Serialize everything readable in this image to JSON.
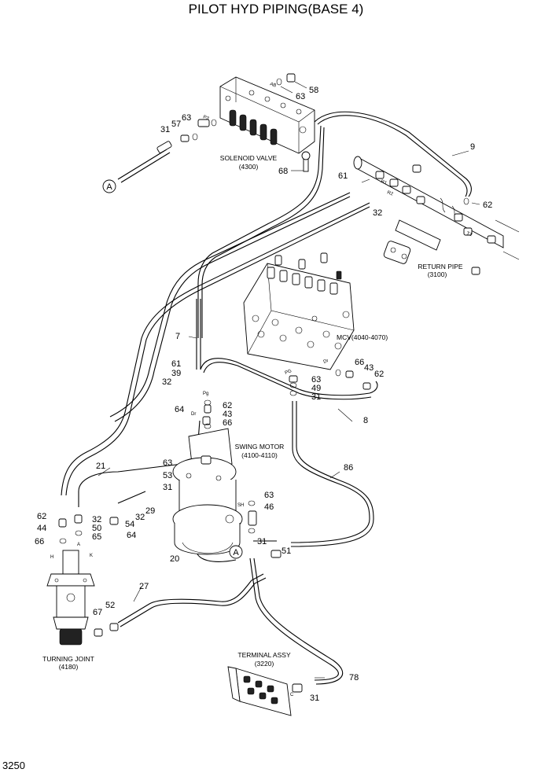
{
  "title": "PILOT HYD PIPING(BASE 4)",
  "page_number": "3250",
  "components": {
    "solenoid_valve": {
      "name": "SOLENOID VALVE",
      "code": "(4300)"
    },
    "return_pipe": {
      "name": "RETURN PIPE",
      "code": "(3100)"
    },
    "mcv": {
      "name": "MCV(4040-4070)"
    },
    "swing_motor": {
      "name": "SWING MOTOR",
      "code": "(4100-4110)"
    },
    "turning_joint": {
      "name": "TURNING JOINT",
      "code": "(4180)"
    },
    "terminal_assy": {
      "name": "TERMINAL ASSY",
      "code": "(3220)"
    }
  },
  "connectors": {
    "a1": "A",
    "a2": "A"
  },
  "ports": {
    "ab": "AB",
    "p3": "P3",
    "r1": "R1",
    "r2": "R2",
    "t1": "T1",
    "pg": "PG",
    "dr": "Dr",
    "pg2": "Pg",
    "dr2": "Dr",
    "sh": "SH",
    "a": "A",
    "k": "K",
    "h": "H",
    "c": "C"
  },
  "callouts": {
    "c58": "58",
    "c63a": "63",
    "c63b": "63",
    "c57": "57",
    "c31a": "31",
    "c68": "68",
    "c9": "9",
    "c61a": "61",
    "c32a": "32",
    "c62a": "62",
    "c7": "7",
    "c61b": "61",
    "c39": "39",
    "c32b": "32",
    "c64a": "64",
    "c63c": "63",
    "c49": "49",
    "c31b": "31",
    "c66a": "66",
    "c43a": "43",
    "c62b": "62",
    "c62c": "62",
    "c43b": "43",
    "c66b": "66",
    "c8": "8",
    "c86": "86",
    "c63d": "63",
    "c53": "53",
    "c31c": "31",
    "c21": "21",
    "c63e": "63",
    "c46": "46",
    "c62d": "62",
    "c44": "44",
    "c66c": "66",
    "c32c": "32",
    "c50": "50",
    "c65": "65",
    "c54": "54",
    "c32d": "32",
    "c29": "29",
    "c64b": "64",
    "c31d": "31",
    "c51": "51",
    "c20": "20",
    "c27": "27",
    "c67": "67",
    "c52": "52",
    "c78": "78",
    "c31e": "31"
  }
}
